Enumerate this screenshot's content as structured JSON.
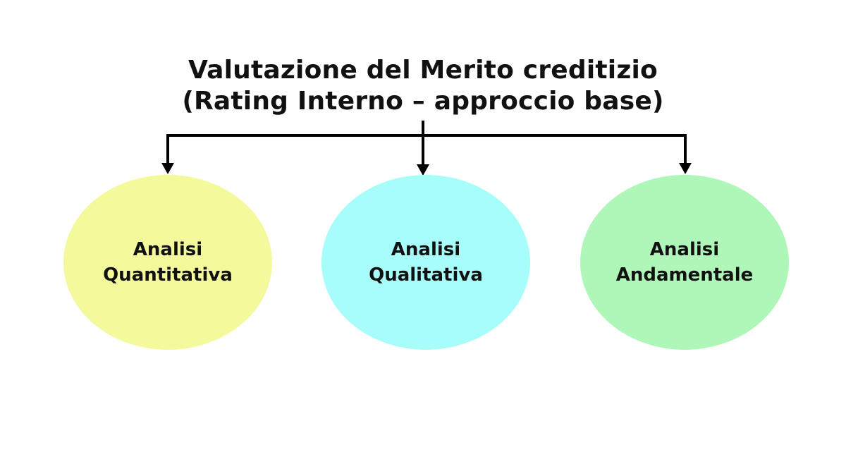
{
  "title": {
    "line1": "Valutazione del Merito creditizio",
    "line2": "(Rating Interno – approccio base)"
  },
  "nodes": [
    {
      "line1": "Analisi",
      "line2": "Quantitativa",
      "color": "#f4fa9c"
    },
    {
      "line1": "Analisi",
      "line2": "Qualitativa",
      "color": "#a6fdf9"
    },
    {
      "line1": "Analisi",
      "line2": "Andamentale",
      "color": "#aff7b9"
    }
  ],
  "colors": {
    "connector": "#000000"
  }
}
